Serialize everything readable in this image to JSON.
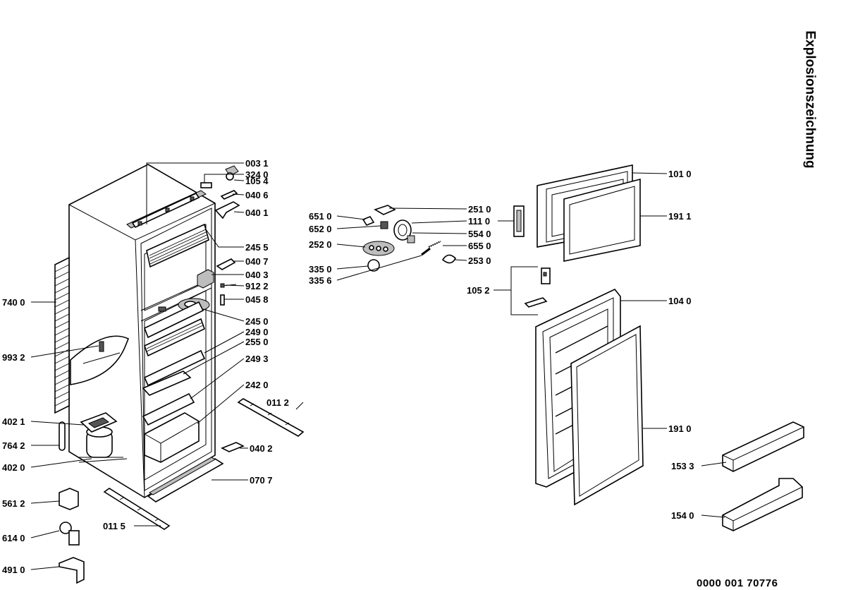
{
  "title": "Explosionszeichnung",
  "document_number": "0000  001 70776",
  "labels": [
    {
      "id": "003 1"
    },
    {
      "id": "324 0"
    },
    {
      "id": "105 4"
    },
    {
      "id": "040 6"
    },
    {
      "id": "040 1"
    },
    {
      "id": "245 5"
    },
    {
      "id": "040 7"
    },
    {
      "id": "040 3"
    },
    {
      "id": "912 2"
    },
    {
      "id": "045 8"
    },
    {
      "id": "245 0"
    },
    {
      "id": "249 0"
    },
    {
      "id": "255 0"
    },
    {
      "id": "249 3"
    },
    {
      "id": "242 0"
    },
    {
      "id": "011 2"
    },
    {
      "id": "040 2"
    },
    {
      "id": "070 7"
    },
    {
      "id": "011 5"
    },
    {
      "id": "740 0"
    },
    {
      "id": "993 2"
    },
    {
      "id": "402 1"
    },
    {
      "id": "764 2"
    },
    {
      "id": "402 0"
    },
    {
      "id": "561 2"
    },
    {
      "id": "614 0"
    },
    {
      "id": "491 0"
    },
    {
      "id": "651 0"
    },
    {
      "id": "652 0"
    },
    {
      "id": "252 0"
    },
    {
      "id": "335 0"
    },
    {
      "id": "335 6"
    },
    {
      "id": "251 0"
    },
    {
      "id": "111 0"
    },
    {
      "id": "554 0"
    },
    {
      "id": "655 0"
    },
    {
      "id": "253 0"
    },
    {
      "id": "105 2"
    },
    {
      "id": "101 0"
    },
    {
      "id": "191 1"
    },
    {
      "id": "104 0"
    },
    {
      "id": "191 0"
    },
    {
      "id": "153 3"
    },
    {
      "id": "154 0"
    }
  ]
}
